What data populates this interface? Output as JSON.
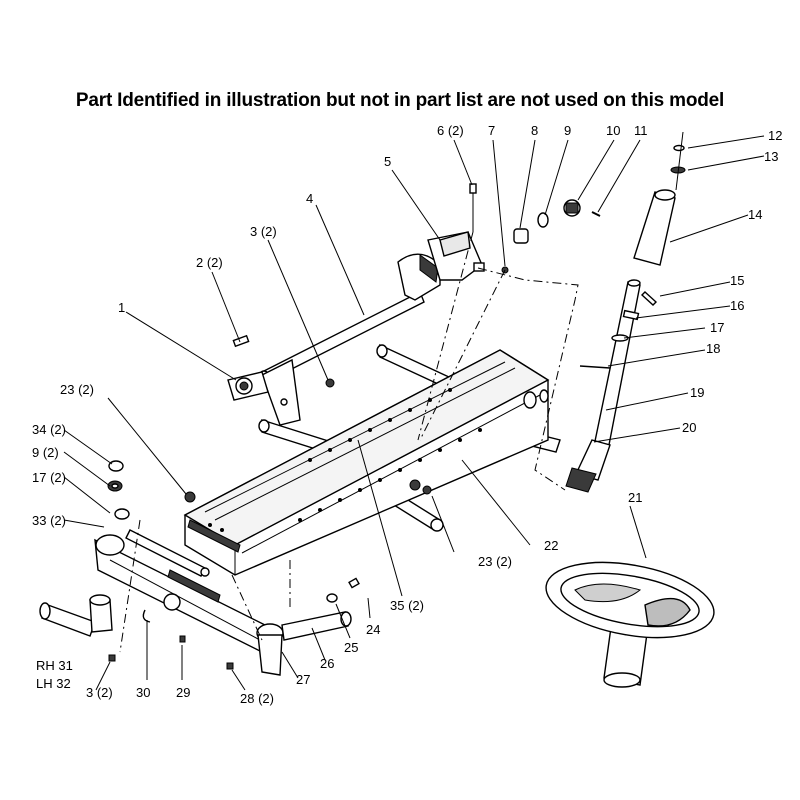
{
  "header": {
    "title": "Part Identified in illustration but not in part list are not used on this model"
  },
  "labels": {
    "l1": "1",
    "l2": "2 (2)",
    "l3a": "3 (2)",
    "l4": "4",
    "l5": "5",
    "l6": "6 (2)",
    "l7": "7",
    "l8": "8",
    "l9a": "9",
    "l10": "10",
    "l11": "11",
    "l12": "12",
    "l13": "13",
    "l14": "14",
    "l15": "15",
    "l16": "16",
    "l17a": "17",
    "l18": "18",
    "l19": "19",
    "l20": "20",
    "l21": "21",
    "l22": "22",
    "l23a": "23 (2)",
    "l23b": "23 (2)",
    "l24": "24",
    "l25": "25",
    "l26": "26",
    "l27": "27",
    "l28": "28 (2)",
    "l29": "29",
    "l30": "30",
    "l3b": "3 (2)",
    "l31": "RH 31",
    "l32": "LH 32",
    "l33": "33 (2)",
    "l17b": "17 (2)",
    "l9b": "9 (2)",
    "l34": "34 (2)",
    "l35": "35 (2)"
  }
}
